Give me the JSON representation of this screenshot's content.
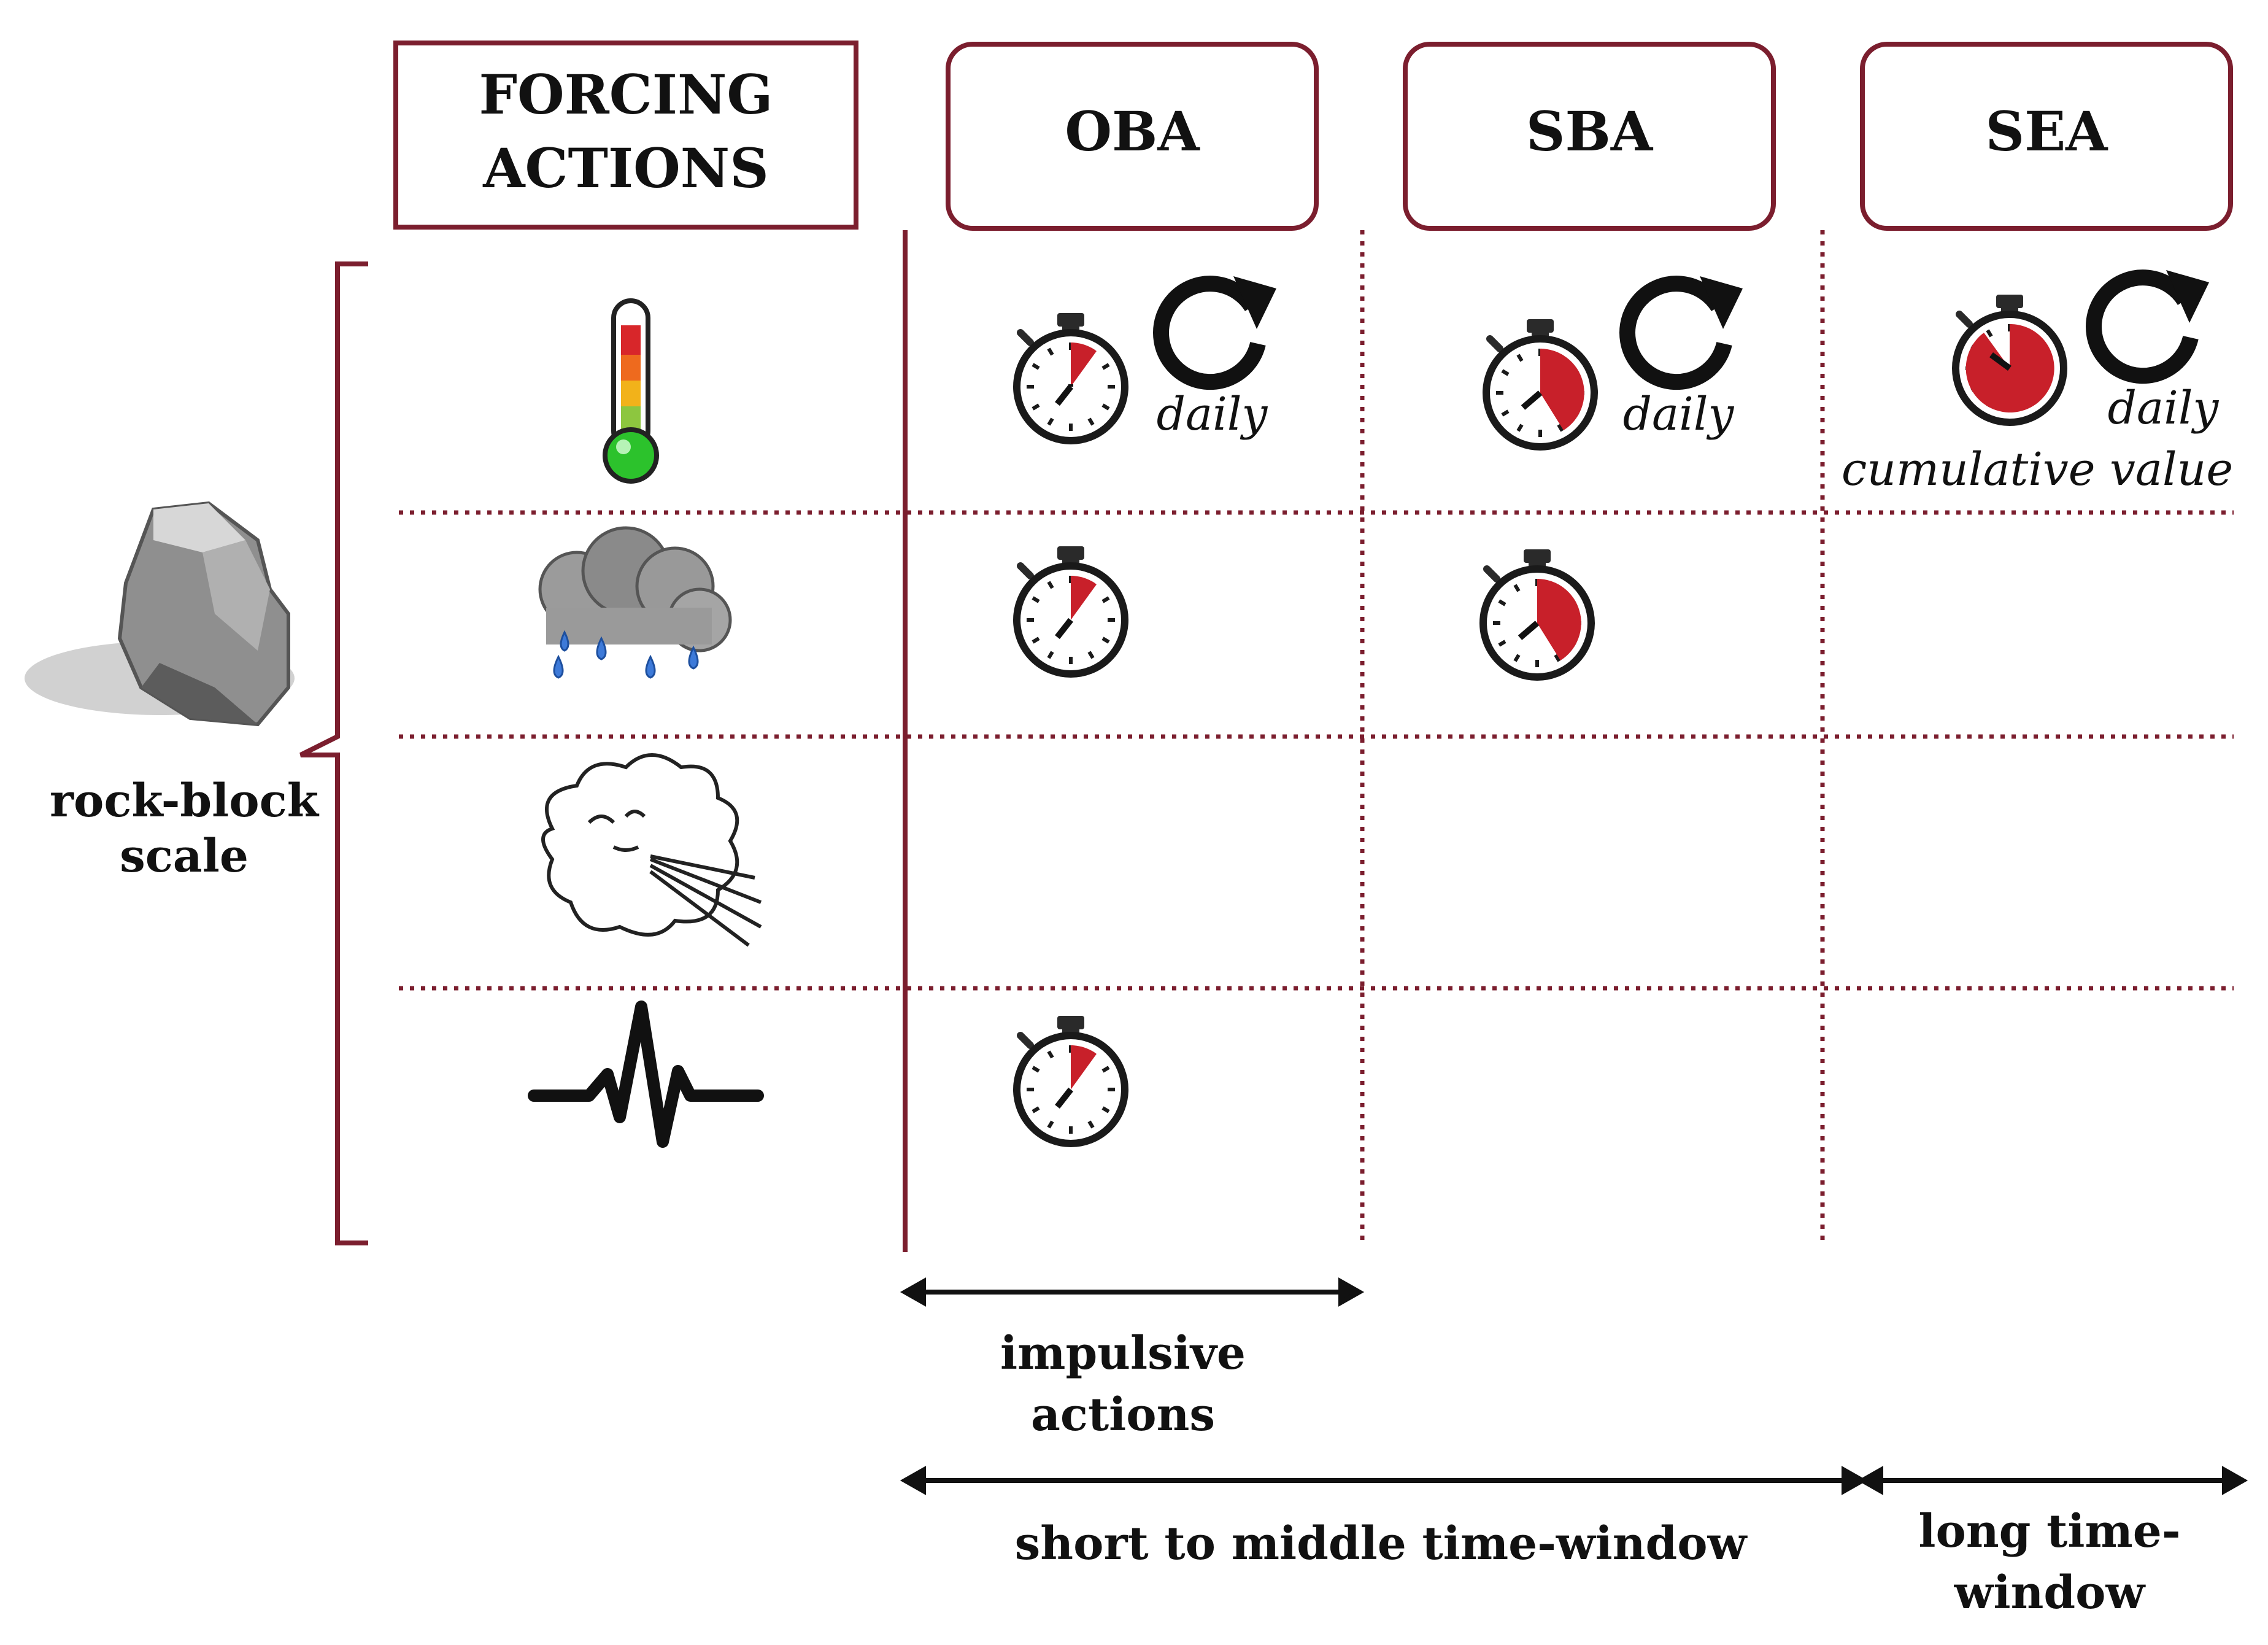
{
  "header": {
    "forcing_line1": "FORCING",
    "forcing_line2": "ACTIONS",
    "columns": [
      "OBA",
      "SBA",
      "SEA"
    ]
  },
  "side": {
    "label_line1": "rock-block",
    "label_line2": "scale"
  },
  "rows": [
    {
      "icon": "thermometer-icon"
    },
    {
      "icon": "rain-cloud-icon"
    },
    {
      "icon": "wind-icon"
    },
    {
      "icon": "seismic-wave-icon"
    }
  ],
  "cells": {
    "daily": "daily",
    "cumulative": "cumulative value"
  },
  "bottom": {
    "impulsive_line1": "impulsive",
    "impulsive_line2": "actions",
    "short_window": "short to middle time-window",
    "long_line1": "long time-",
    "long_line2": "window"
  },
  "colors": {
    "frame": "#7b1e2e",
    "red": "#c8202a",
    "ink": "#111111"
  }
}
